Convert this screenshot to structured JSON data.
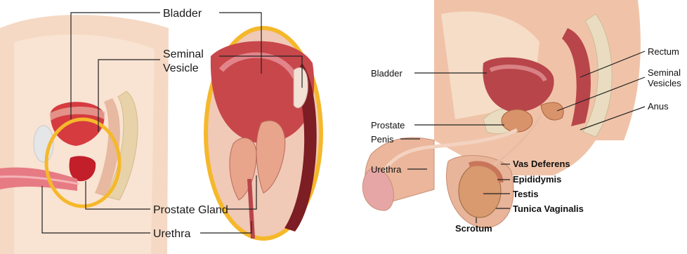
{
  "left_diagram": {
    "labels": {
      "bladder": "Bladder",
      "seminal_vesicle_1": "Seminal",
      "seminal_vesicle_2": "Vesicle",
      "prostate_gland": "Prostate Gland",
      "urethra": "Urethra"
    },
    "colors": {
      "skin": "#f5d9c4",
      "organ": "#c9323c",
      "highlight": "#f5b82a"
    }
  },
  "right_diagram": {
    "labels": {
      "bladder": "Bladder",
      "prostate": "Prostate",
      "penis": "Penis",
      "urethra": "Urethra",
      "rectum": "Rectum",
      "seminal_vesicles_1": "Seminal",
      "seminal_vesicles_2": "Vesicles",
      "anus": "Anus",
      "vas_deferens": "Vas Deferens",
      "epididymis": "Epididymis",
      "testis": "Testis",
      "tunica_vaginalis": "Tunica Vaginalis",
      "scrotum": "Scrotum"
    },
    "colors": {
      "skin": "#f0c3a8",
      "organ": "#b8454a",
      "bone": "#e9dcc0"
    }
  }
}
